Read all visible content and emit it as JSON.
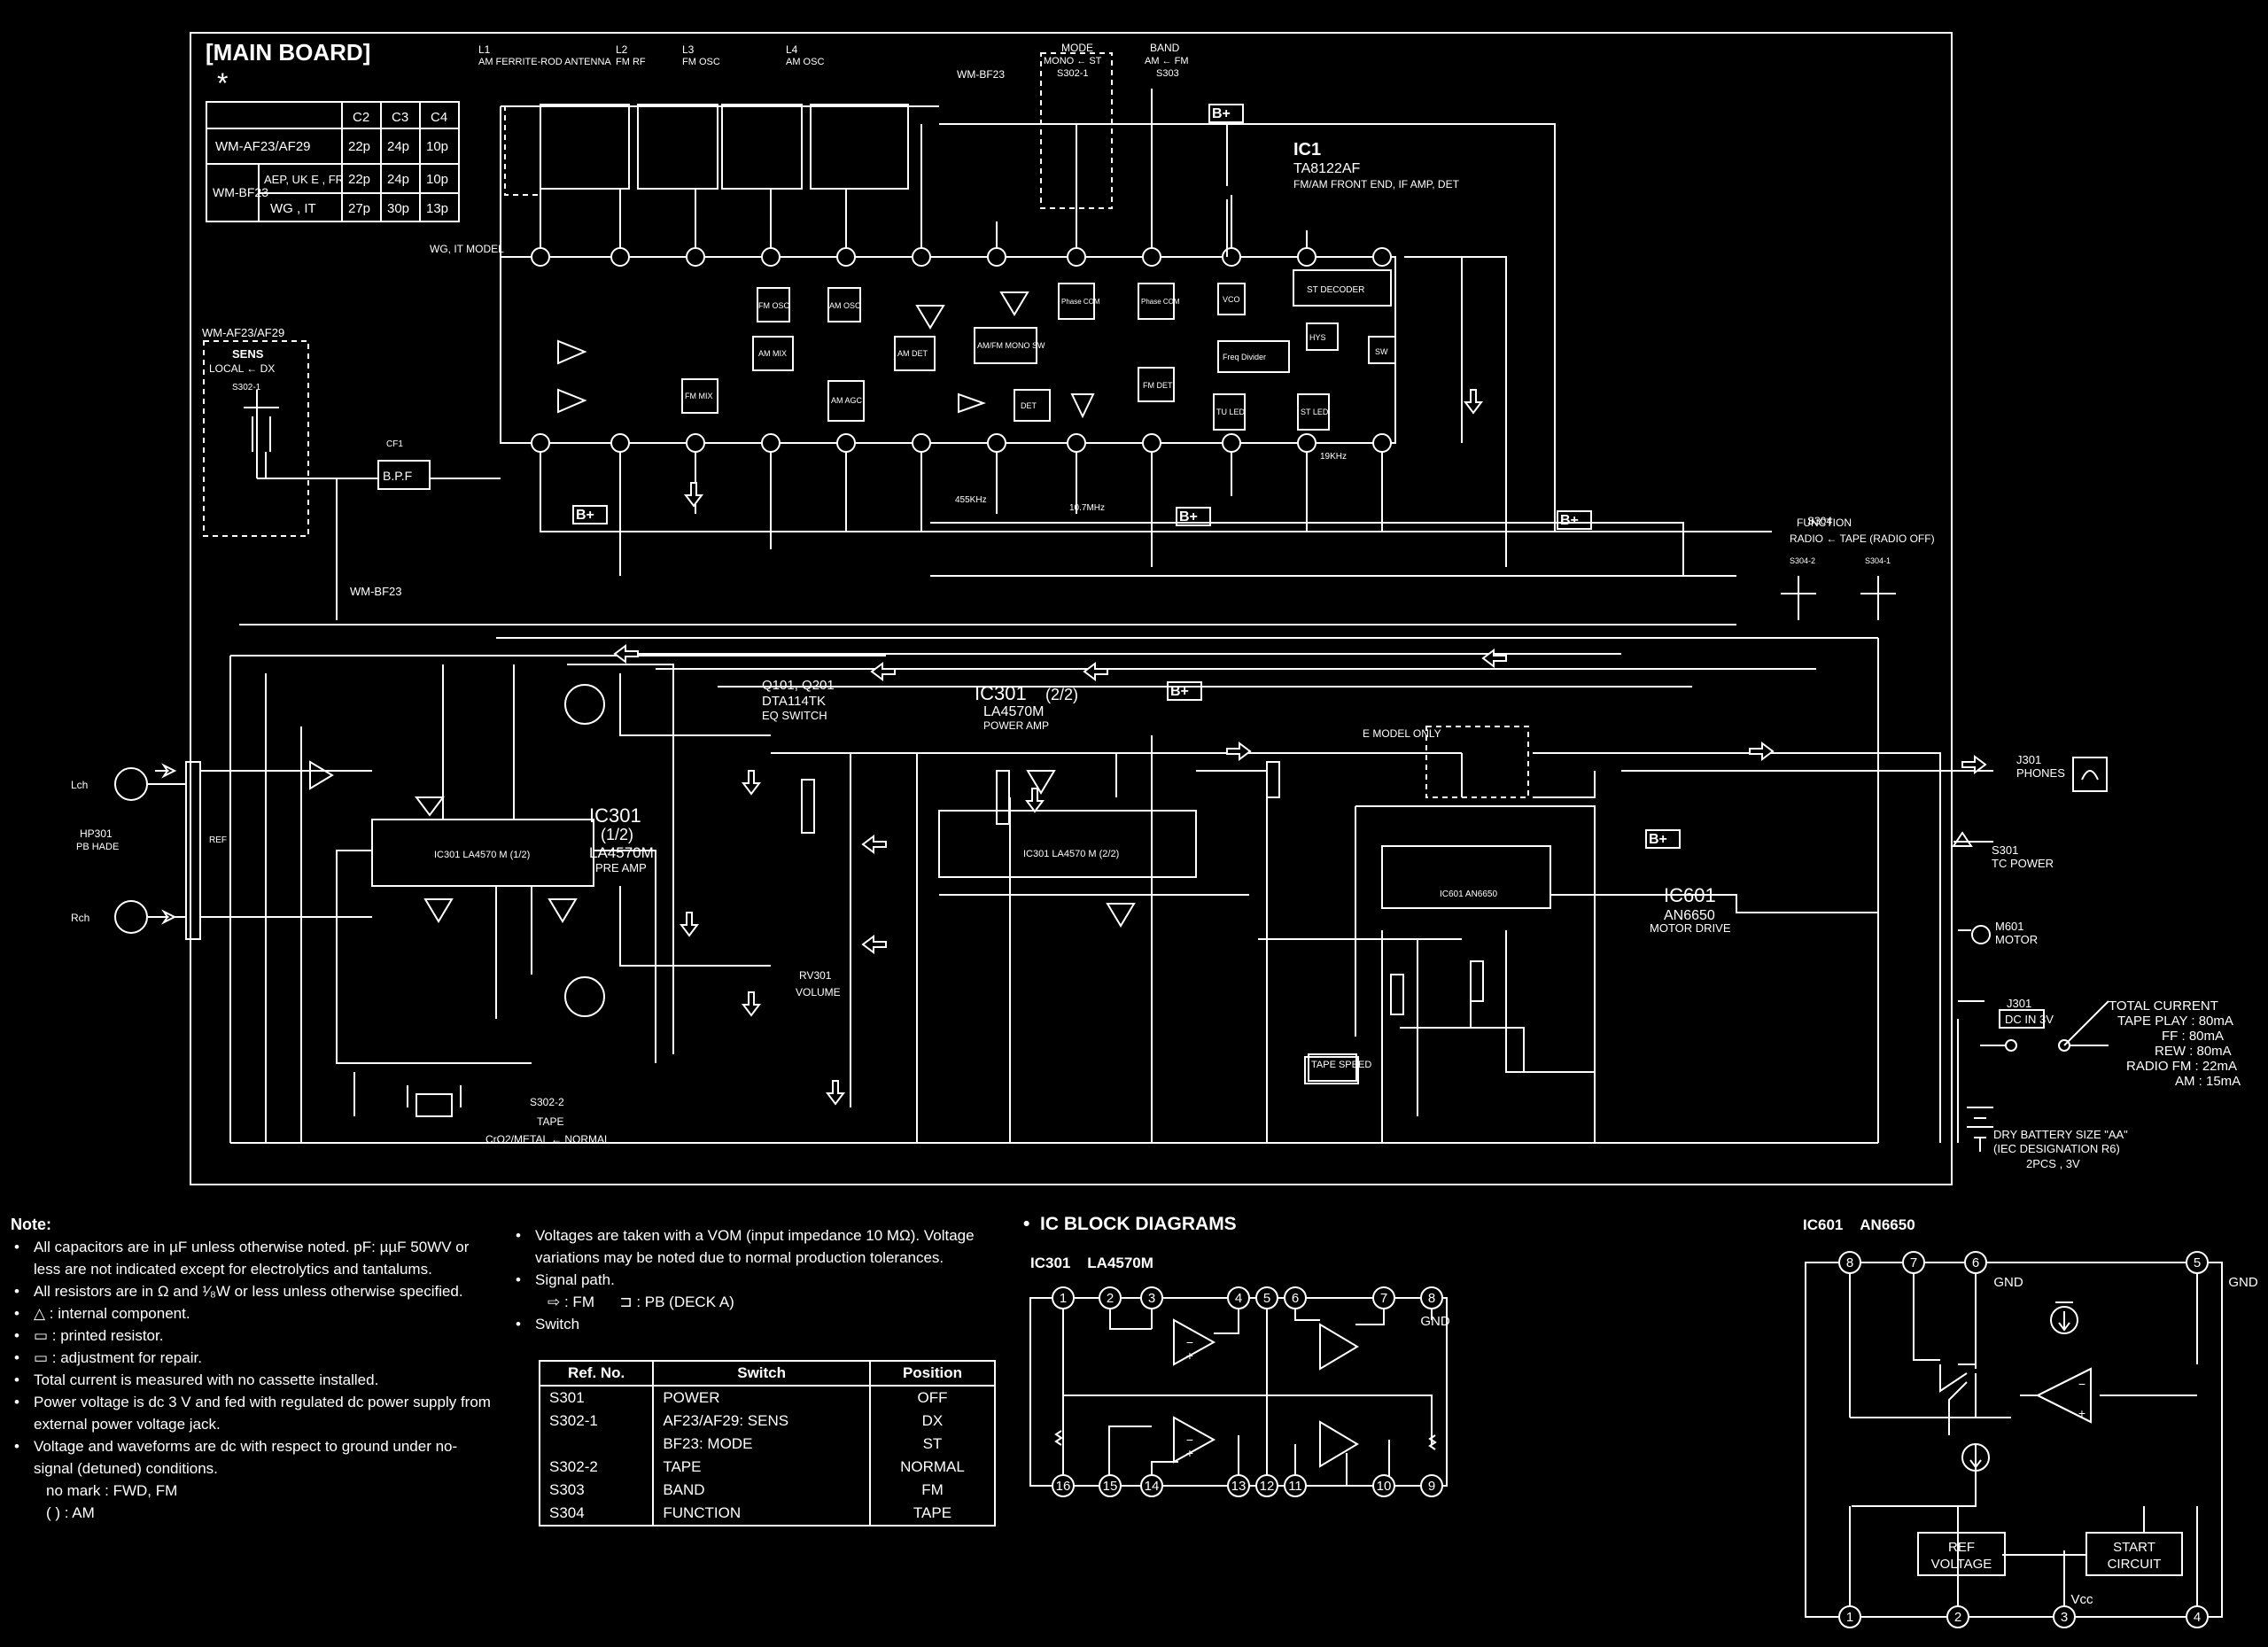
{
  "schematic": {
    "title": "[MAIN BOARD]",
    "asterisk": "*",
    "cap_table": {
      "headers": [
        "",
        "C2",
        "C3",
        "C4"
      ],
      "rows": [
        {
          "model": "WM-AF23/AF29",
          "sub": "",
          "c2": "22p",
          "c3": "24p",
          "c4": "10p"
        },
        {
          "model": "WM-BF23",
          "sub": "AEP, UK E , FR",
          "c2": "22p",
          "c3": "24p",
          "c4": "10p"
        },
        {
          "model": "",
          "sub": "WG , IT",
          "c2": "27p",
          "c3": "30p",
          "c4": "13p"
        }
      ]
    },
    "wg_it_model": "WG, IT MODEL",
    "coils": [
      {
        "ref": "L1",
        "name": "AM FERRITE-ROD ANTENNA"
      },
      {
        "ref": "L2",
        "name": "FM RF"
      },
      {
        "ref": "L3",
        "name": "FM OSC"
      },
      {
        "ref": "L4",
        "name": "AM OSC"
      }
    ],
    "mode_switch": {
      "title": "MODE",
      "text": "MONO ← ST",
      "ref": "S302-1",
      "model": "WM-BF23"
    },
    "band_switch": {
      "title": "BAND",
      "text": "AM ← FM",
      "ref": "S303"
    },
    "bplus": "B+",
    "ic1": {
      "ref": "IC1",
      "part": "TA8122AF",
      "desc": "FM/AM FRONT END, IF AMP, DET"
    },
    "ic1_blocks": [
      "FM OSC",
      "AM OSC",
      "AM MIX",
      "FM MIX",
      "AM DET",
      "AM AGC",
      "AM/FM MONO SW",
      "Phase COM",
      "Phase COM",
      "VCO",
      "ST DECODER",
      "HYS",
      "SW",
      "Freq Divider",
      "FM DET",
      "DET",
      "TU LED",
      "ST LED"
    ],
    "sens_switch": {
      "model": "WM-AF23/AF29",
      "title": "SENS",
      "text": "LOCAL ← DX",
      "ref": "S302-1"
    },
    "bpf": {
      "ref": "CF1",
      "label": "B.P.F"
    },
    "wm_bf23": "WM-BF23",
    "q101": {
      "ref": "Q101, Q201",
      "part": "DTA114TK",
      "desc": "EQ SWITCH"
    },
    "ic301_pre": {
      "ref": "IC301",
      "unit": "(1/2)",
      "part": "LA4570M",
      "desc": "PRE AMP",
      "inner": "IC301 LA4570 M (1/2)"
    },
    "ic301_pow": {
      "ref": "IC301",
      "unit": "(2/2)",
      "part": "LA4570M",
      "desc": "POWER AMP",
      "inner": "IC301 LA4570 M (2/2)"
    },
    "ic601": {
      "ref": "IC601",
      "part": "AN6650",
      "desc": "MOTOR DRIVE",
      "inner": "IC601 AN6650"
    },
    "hp301": {
      "ref": "HP301",
      "desc": "PB HADE",
      "lch": "Lch",
      "rch": "Rch",
      "ref_label": "REF"
    },
    "volume": {
      "ref": "RV301",
      "label": "VOLUME"
    },
    "tape_switch": {
      "ref": "S302-2",
      "title": "TAPE",
      "text": "CrO2/METAL ← NORMAL"
    },
    "e_model": "E MODEL ONLY",
    "phones": {
      "ref": "J301",
      "label": "PHONES"
    },
    "tc_power": {
      "ref": "S301",
      "label": "TC POWER"
    },
    "motor": {
      "ref": "M601",
      "label": "MOTOR"
    },
    "dc_in": {
      "ref": "J301",
      "label": "DC IN 3V"
    },
    "tape_speed": "TAPE SPEED",
    "function_switch": {
      "ref": "S304",
      "title": "FUNCTION",
      "text": "RADIO ← TAPE (RADIO OFF)",
      "sub1": "S304-2",
      "sub2": "S304-1"
    },
    "total_current": {
      "title": "TOTAL CURRENT",
      "lines": [
        "TAPE PLAY : 80mA",
        "FF : 80mA",
        "REW : 80mA",
        "RADIO FM : 22mA",
        "AM : 15mA"
      ]
    },
    "battery": {
      "lines": [
        "DRY BATTERY SIZE \"AA\"",
        "(IEC DESIGNATION R6)",
        "2PCS , 3V"
      ]
    },
    "freqs": {
      "cf1": "455KHz",
      "cf2": "10.7MHz",
      "pilot": "19KHz"
    }
  },
  "notes": {
    "heading": "Note:",
    "items": [
      "All capacitors are in µF unless otherwise noted. pF: µµF 50WV or less are not indicated except for electrolytics and tantalums.",
      "All resistors are in Ω and ¹⁄₈W or less unless otherwise specified.",
      "△ : internal component.",
      "▭ : printed resistor.",
      "▭ : adjustment for repair.",
      "Total current is measured with no cassette installed.",
      "Power voltage is dc 3 V and fed with regulated dc power supply from external power voltage jack.",
      "Voltage and waveforms are dc with respect to ground under no-signal (detuned) conditions."
    ],
    "tail1": "no mark : FWD, FM",
    "tail2": "(      ) : AM"
  },
  "notes2": {
    "items": [
      "Voltages are taken with a VOM (input impedance 10 MΩ). Voltage variations may be noted due to normal production tolerances.",
      "Signal path."
    ],
    "signal_fm": ": FM",
    "signal_pb": ": PB (DECK A)",
    "switch_heading": "Switch"
  },
  "switch_table": {
    "headers": [
      "Ref. No.",
      "Switch",
      "Position"
    ],
    "rows": [
      {
        "ref": "S301",
        "switch": "POWER",
        "pos": "OFF"
      },
      {
        "ref": "S302-1",
        "switch": "AF23/AF29: SENS",
        "pos": "DX"
      },
      {
        "ref": "",
        "switch": "BF23: MODE",
        "pos": "ST"
      },
      {
        "ref": "S302-2",
        "switch": "TAPE",
        "pos": "NORMAL"
      },
      {
        "ref": "S303",
        "switch": "BAND",
        "pos": "FM"
      },
      {
        "ref": "S304",
        "switch": "FUNCTION",
        "pos": "TAPE"
      }
    ]
  },
  "ic_block": {
    "heading": "IC BLOCK DIAGRAMS",
    "ic301_title": "IC301",
    "ic301_part": "LA4570M",
    "ic301_pins_top": [
      "1",
      "2",
      "3",
      "4",
      "5",
      "6",
      "7",
      "8"
    ],
    "ic301_pins_bottom": [
      "16",
      "15",
      "14",
      "13",
      "12",
      "11",
      "10",
      "9"
    ],
    "ic601_title": "IC601",
    "ic601_part": "AN6650",
    "ic601_pins_top": [
      "8",
      "7",
      "6",
      "5"
    ],
    "ic601_pins_bottom": [
      "1",
      "2",
      "3",
      "4"
    ],
    "gnd": "GND",
    "vcc": "Vcc",
    "ref_voltage": [
      "REF",
      "VOLTAGE"
    ],
    "start_circuit": [
      "START",
      "CIRCUIT"
    ]
  }
}
